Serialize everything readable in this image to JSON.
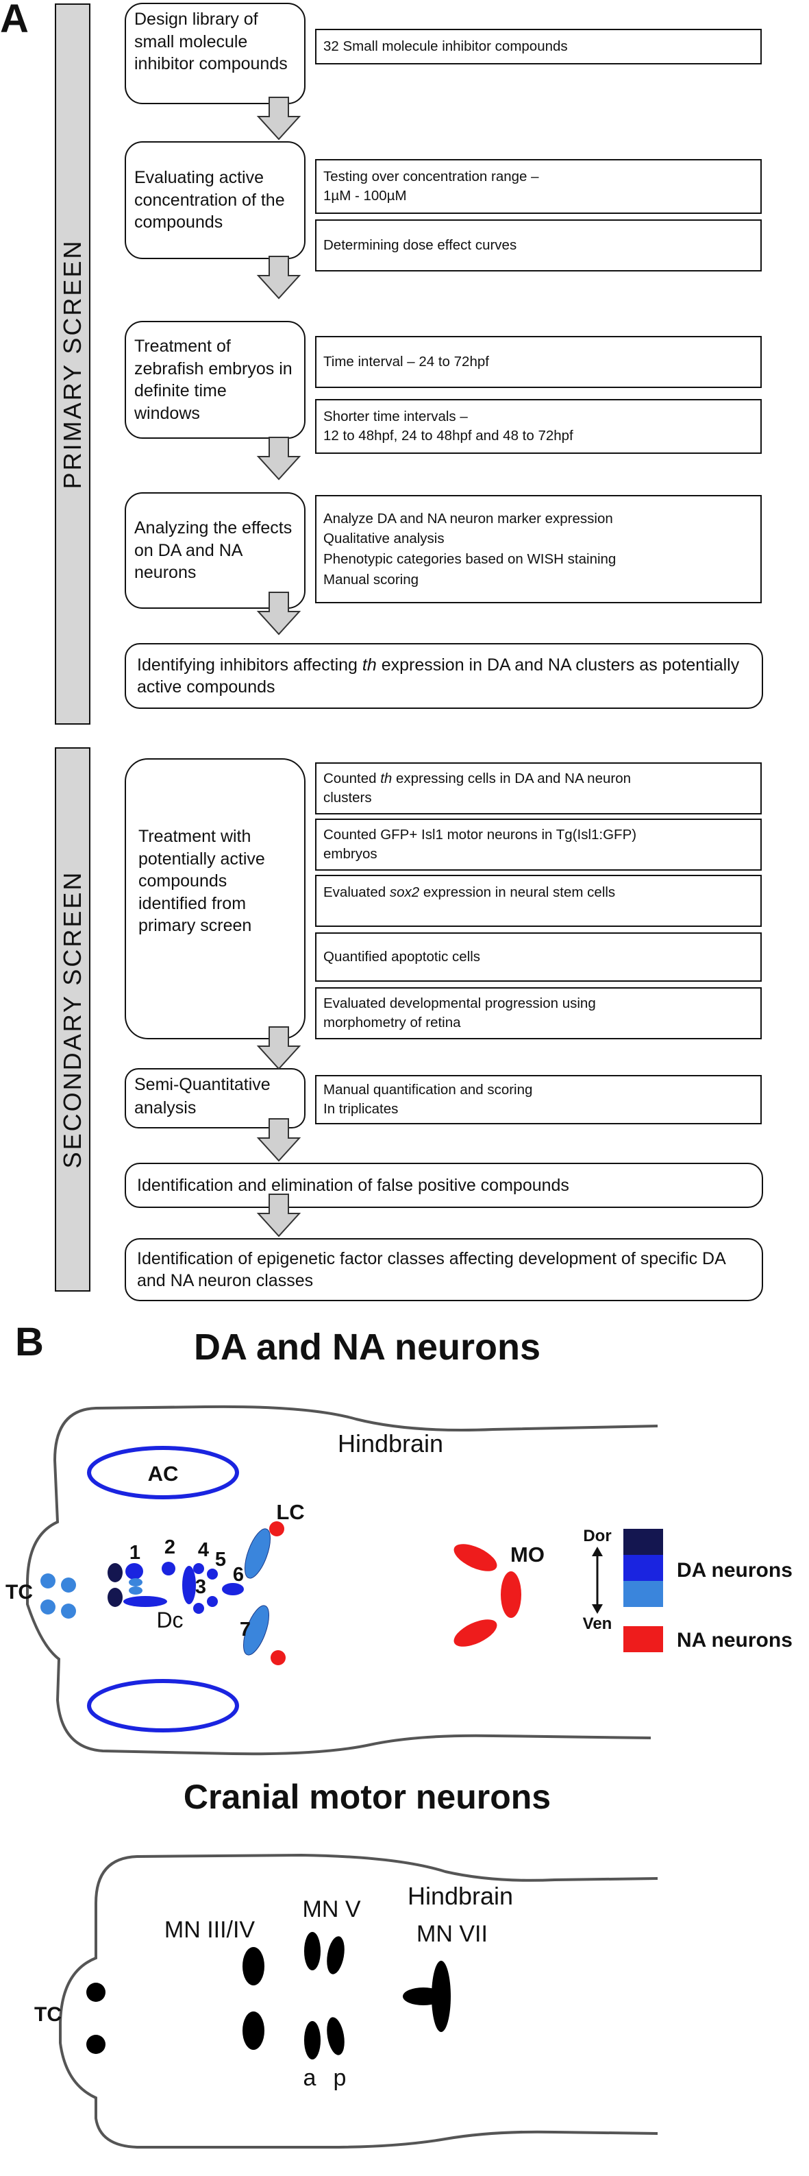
{
  "panel_a": {
    "letter": "A",
    "primary_label": "PRIMARY SCREEN",
    "secondary_label": "SECONDARY SCREEN",
    "steps": {
      "design": "Design library of small molecule inhibitor compounds",
      "evaluating": "Evaluating active concentration of the compounds",
      "treatment": "Treatment of zebrafish embryos in definite time windows",
      "analyzing": "Analyzing the effects on DA and NA neurons",
      "identifying_pre": "Identifying inhibitors affecting ",
      "identifying_italic": "th",
      "identifying_post": " expression in DA and NA clusters as potentially active compounds",
      "treatment2": "Treatment with potentially active compounds identified from primary screen",
      "semi": "Semi-Quantitative analysis",
      "elimination": "Identification and elimination of false positive compounds",
      "epigenetic": "Identification of epigenetic factor classes affecting development of specific DA and NA neuron classes"
    },
    "details": {
      "compounds": "32 Small molecule inhibitor compounds",
      "conc_1": "Testing over concentration range –",
      "conc_2": "1µM - 100µM",
      "dose": "Determining dose effect curves",
      "time": "Time interval – 24 to 72hpf",
      "shorter_1": "Shorter time intervals –",
      "shorter_2": "12 to 48hpf, 24 to 48hpf and 48 to 72hpf",
      "analyze_1": "Analyze DA and NA neuron marker expression",
      "analyze_2": "Qualitative analysis",
      "analyze_3": "Phenotypic categories based on WISH staining",
      "analyze_4": "Manual scoring",
      "counted_pre": "Counted ",
      "counted_italic": "th",
      "counted_post": " expressing cells in DA and NA neuron",
      "counted_2": "clusters",
      "gfp_1": "Counted GFP+ Isl1 motor neurons in Tg(Isl1:GFP)",
      "gfp_2": "embryos",
      "sox_pre": "Evaluated ",
      "sox_italic": "sox2",
      "sox_post": " expression in neural stem cells",
      "apoptotic": "Quantified apoptotic cells",
      "devel_1": "Evaluated developmental progression using",
      "devel_2": "morphometry of retina",
      "manual_1": "Manual quantification and scoring",
      "manual_2": "In triplicates"
    }
  },
  "panel_b": {
    "letter": "B",
    "title_1": "DA and NA neurons",
    "title_2": "Cranial motor neurons",
    "hindbrain_1": "Hindbrain",
    "hindbrain_2": "Hindbrain",
    "labels": {
      "ac": "AC",
      "lc": "LC",
      "tc": "TC",
      "mo": "MO",
      "dc": "Dc",
      "n1": "1",
      "n2": "2",
      "n3": "3",
      "n4": "4",
      "n5": "5",
      "n6": "6",
      "n7": "7"
    },
    "legend": {
      "dor": "Dor",
      "ven": "Ven",
      "da": "DA neurons",
      "na": "NA neurons",
      "colors": [
        "#141650",
        "#1a24e0",
        "#3a85dc",
        "#ee1c1c"
      ]
    },
    "motor": {
      "tc": "TC",
      "mn34": "MN III/IV",
      "mn5": "MN V",
      "mn7": "MN VII",
      "a": "a",
      "p": "p"
    }
  }
}
